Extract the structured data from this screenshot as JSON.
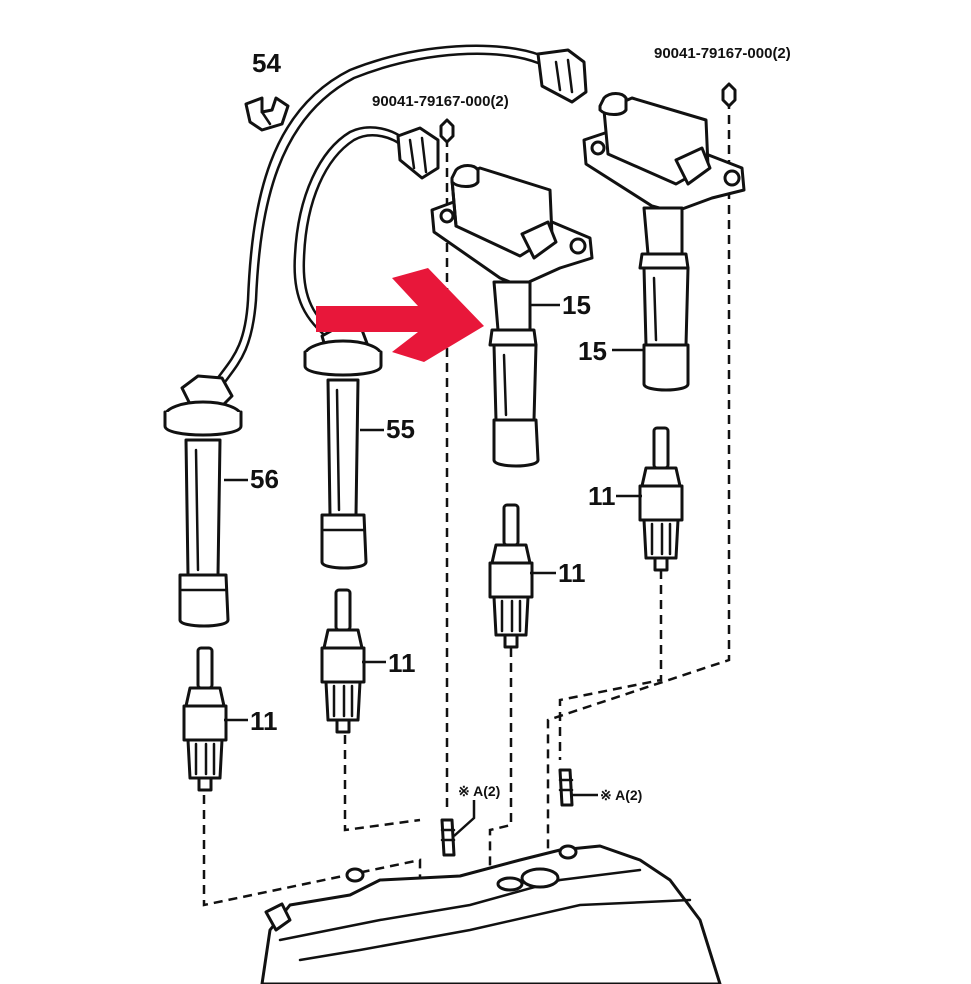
{
  "callouts": {
    "clip": "54",
    "cord_long": "56",
    "cord_short": "55",
    "coil_front": "15",
    "coil_rear": "15",
    "plug_1": "11",
    "plug_2": "11",
    "plug_3": "11",
    "plug_4": "11"
  },
  "bolt_labels": {
    "front": "90041-79167-000(2)",
    "rear": "90041-79167-000(2)"
  },
  "ref_marks": {
    "left": "※ A(2)",
    "right": "※ A(2)"
  },
  "colors": {
    "arrow": "#e8173a",
    "line": "#111111"
  }
}
